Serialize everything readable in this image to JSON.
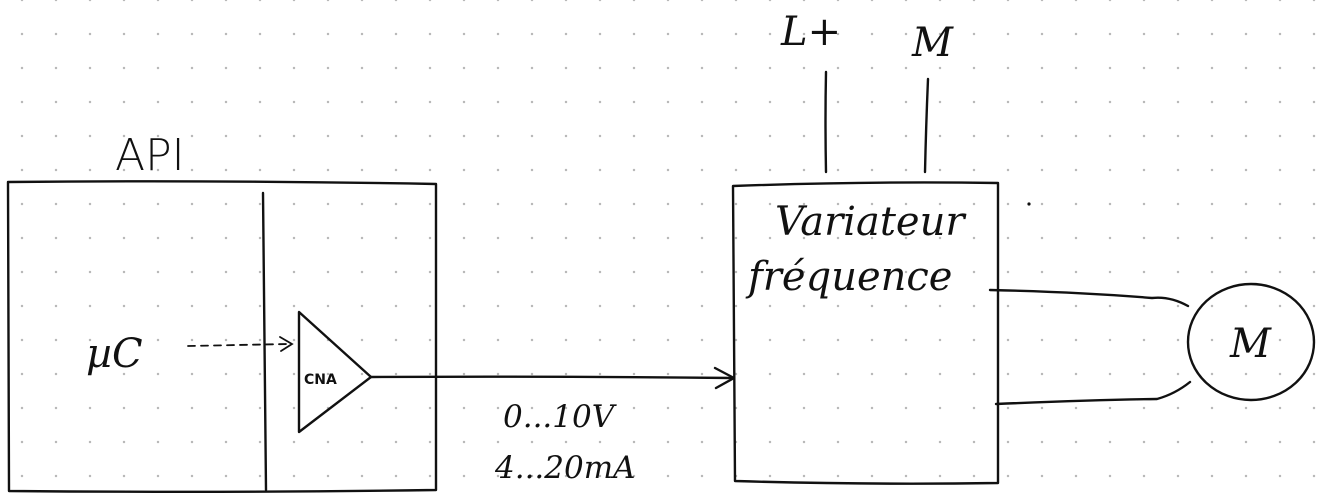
{
  "plc": {
    "title": "API",
    "cpu_label": "µC",
    "dac_label": "CNA"
  },
  "signal": {
    "voltage_range": "0...10V",
    "current_range": "4...20mA"
  },
  "drive": {
    "title_line1": "Variateur",
    "title_line2": "fréquence"
  },
  "supply": {
    "plus_label": "L+",
    "minus_label": "M"
  },
  "motor": {
    "label": "M"
  }
}
